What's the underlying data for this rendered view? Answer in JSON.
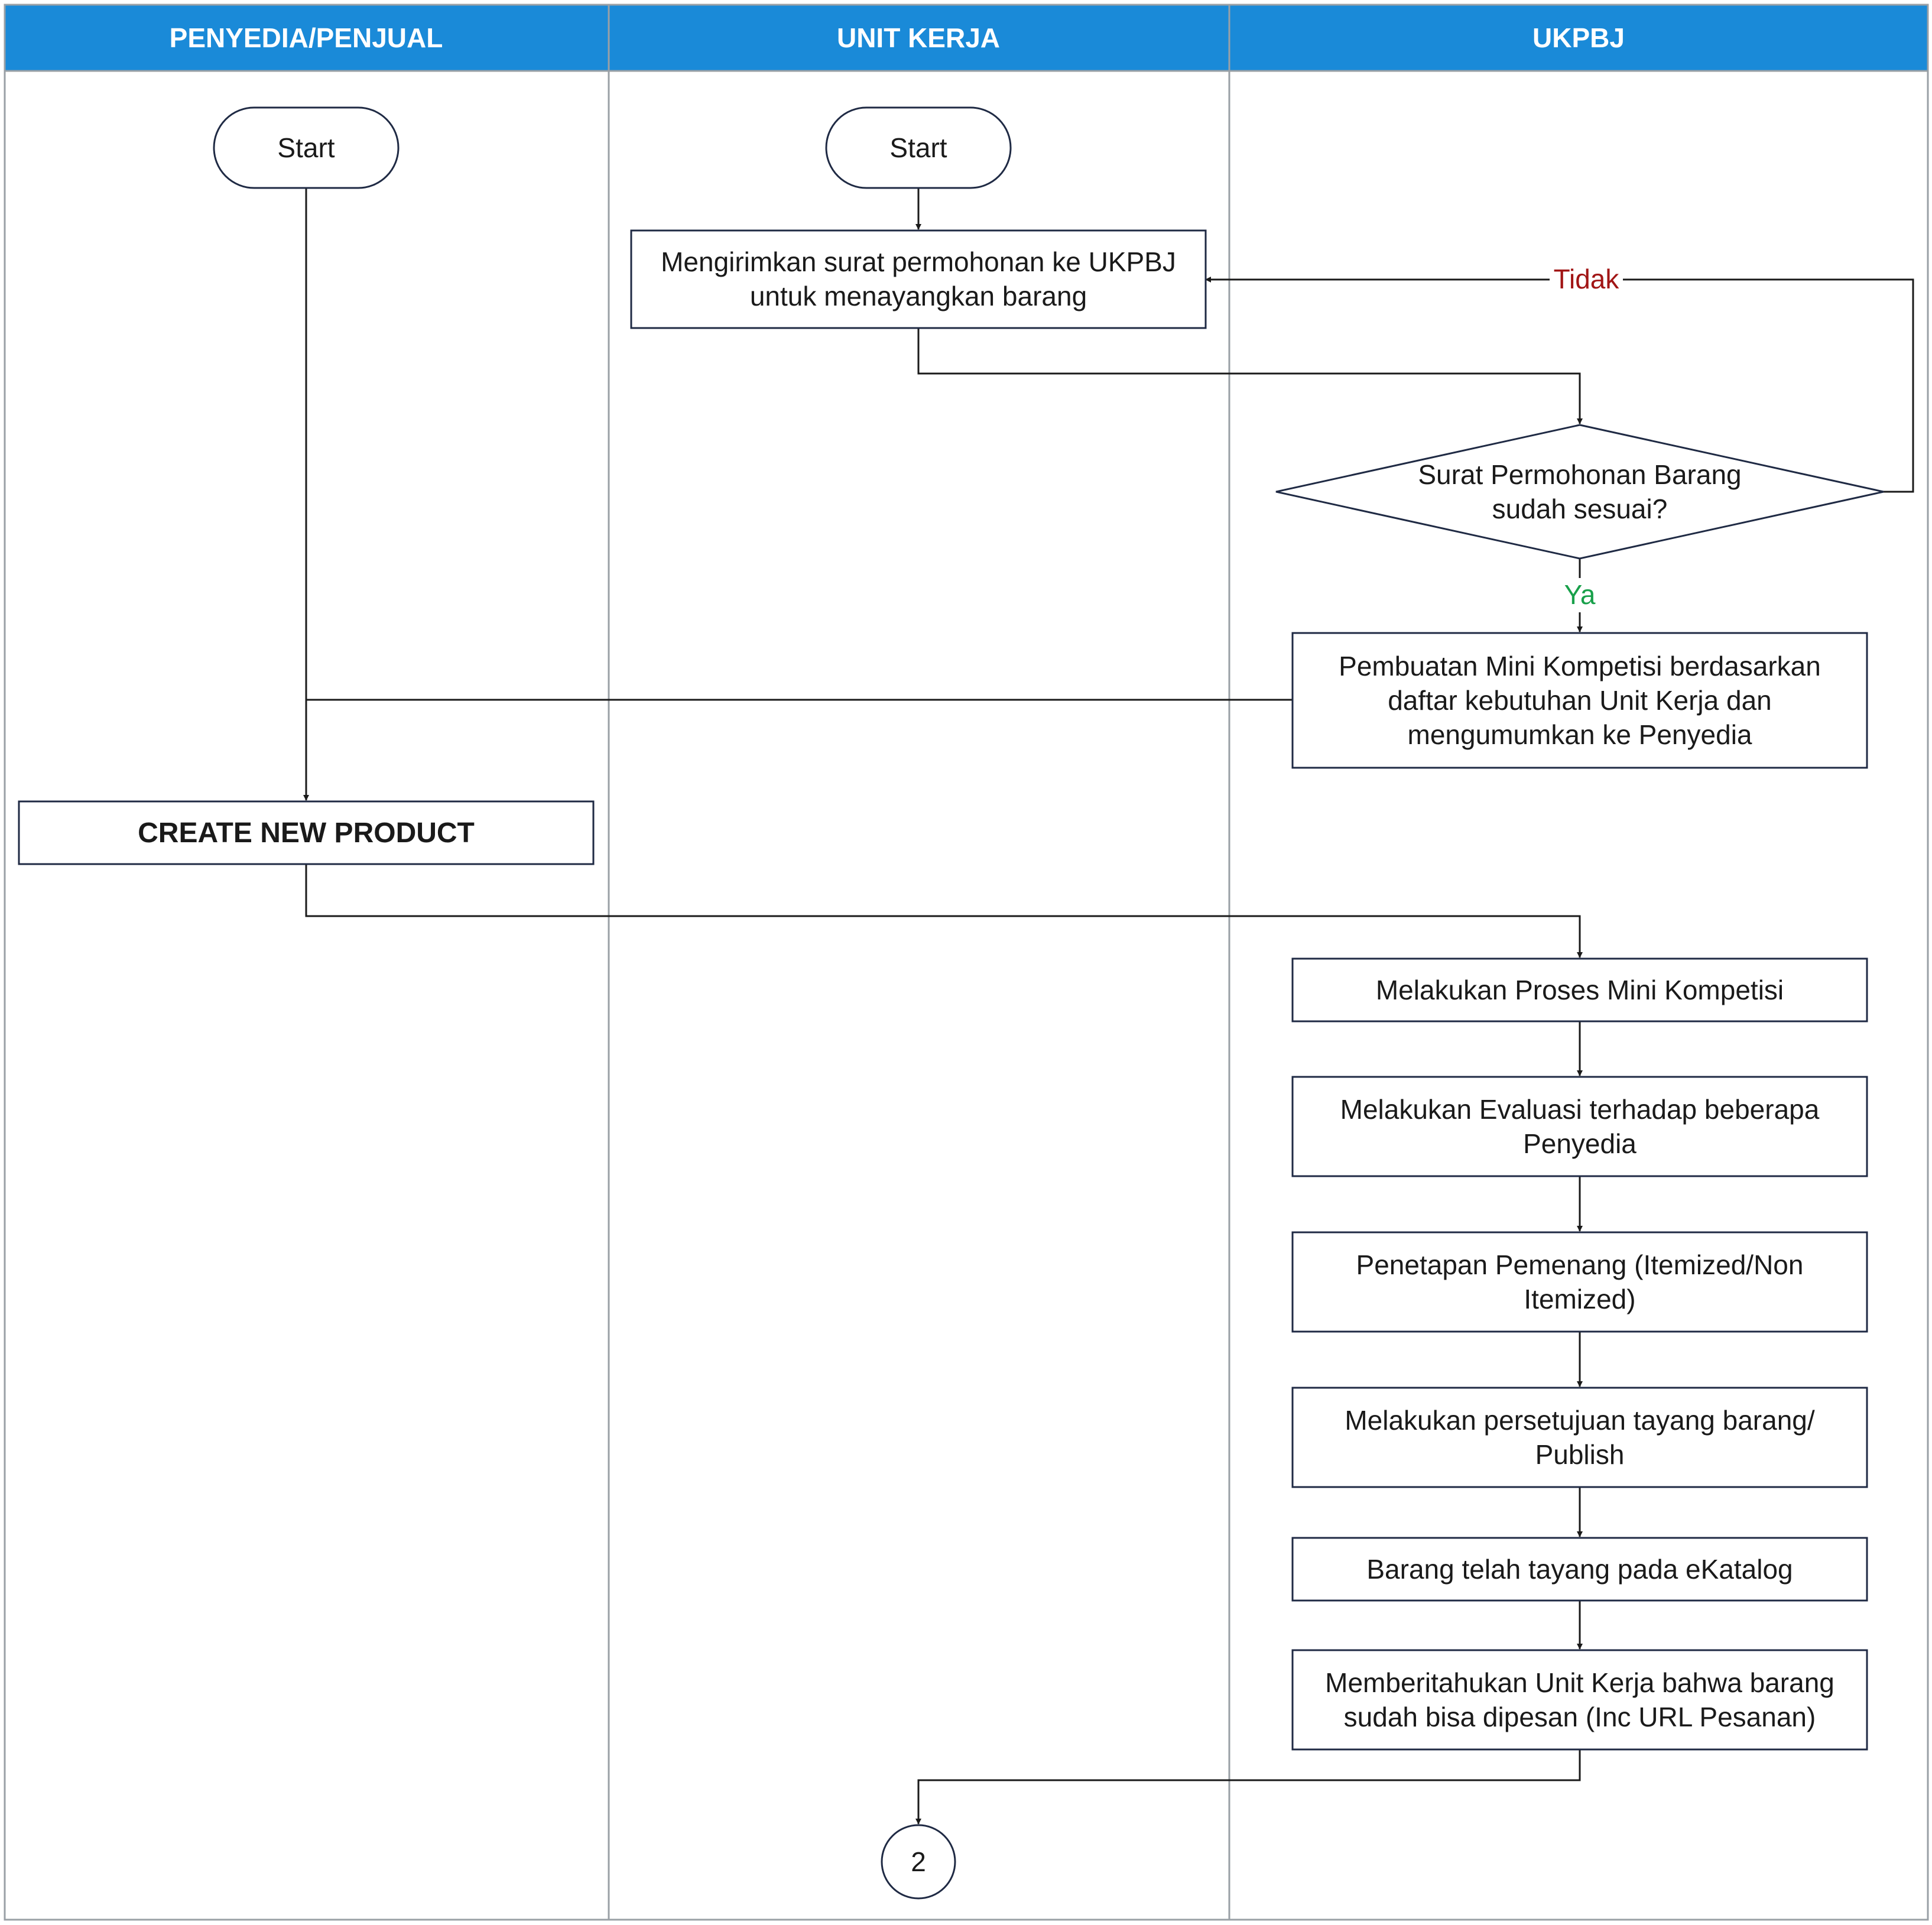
{
  "lanes": [
    {
      "id": "penyedia",
      "title": "PENYEDIA/PENJUAL"
    },
    {
      "id": "unit",
      "title": "UNIT KERJA"
    },
    {
      "id": "ukpbj",
      "title": "UKPBJ"
    }
  ],
  "colors": {
    "header_bg": "#1a8ad8",
    "no_label": "#a11515",
    "yes_label": "#18a04a"
  },
  "nodes": {
    "start_penyedia": {
      "lines": [
        "Start"
      ]
    },
    "start_unit": {
      "lines": [
        "Start"
      ]
    },
    "kirim_surat": {
      "lines": [
        "Mengirimkan surat permohonan ke UKPBJ",
        "untuk menayangkan barang"
      ]
    },
    "decision": {
      "lines": [
        "Surat Permohonan Barang",
        "sudah sesuai?"
      ]
    },
    "pembuatan": {
      "lines": [
        "Pembuatan Mini Kompetisi berdasarkan",
        "daftar kebutuhan Unit Kerja dan",
        "mengumumkan ke Penyedia"
      ]
    },
    "create_product": {
      "lines": [
        "CREATE NEW PRODUCT"
      ]
    },
    "proses_mini": {
      "lines": [
        "Melakukan Proses Mini Kompetisi"
      ]
    },
    "evaluasi": {
      "lines": [
        "Melakukan Evaluasi terhadap beberapa",
        "Penyedia"
      ]
    },
    "penetapan": {
      "lines": [
        "Penetapan Pemenang (Itemized/Non",
        "Itemized)"
      ]
    },
    "persetujuan": {
      "lines": [
        "Melakukan persetujuan tayang barang/",
        "Publish"
      ]
    },
    "tayang": {
      "lines": [
        "Barang telah tayang pada eKatalog"
      ]
    },
    "memberitahukan": {
      "lines": [
        "Memberitahukan Unit Kerja bahwa barang",
        "sudah bisa dipesan (Inc URL Pesanan)"
      ]
    },
    "connector": {
      "lines": [
        "2"
      ]
    }
  },
  "edge_labels": {
    "no": "Tidak",
    "yes": "Ya"
  }
}
